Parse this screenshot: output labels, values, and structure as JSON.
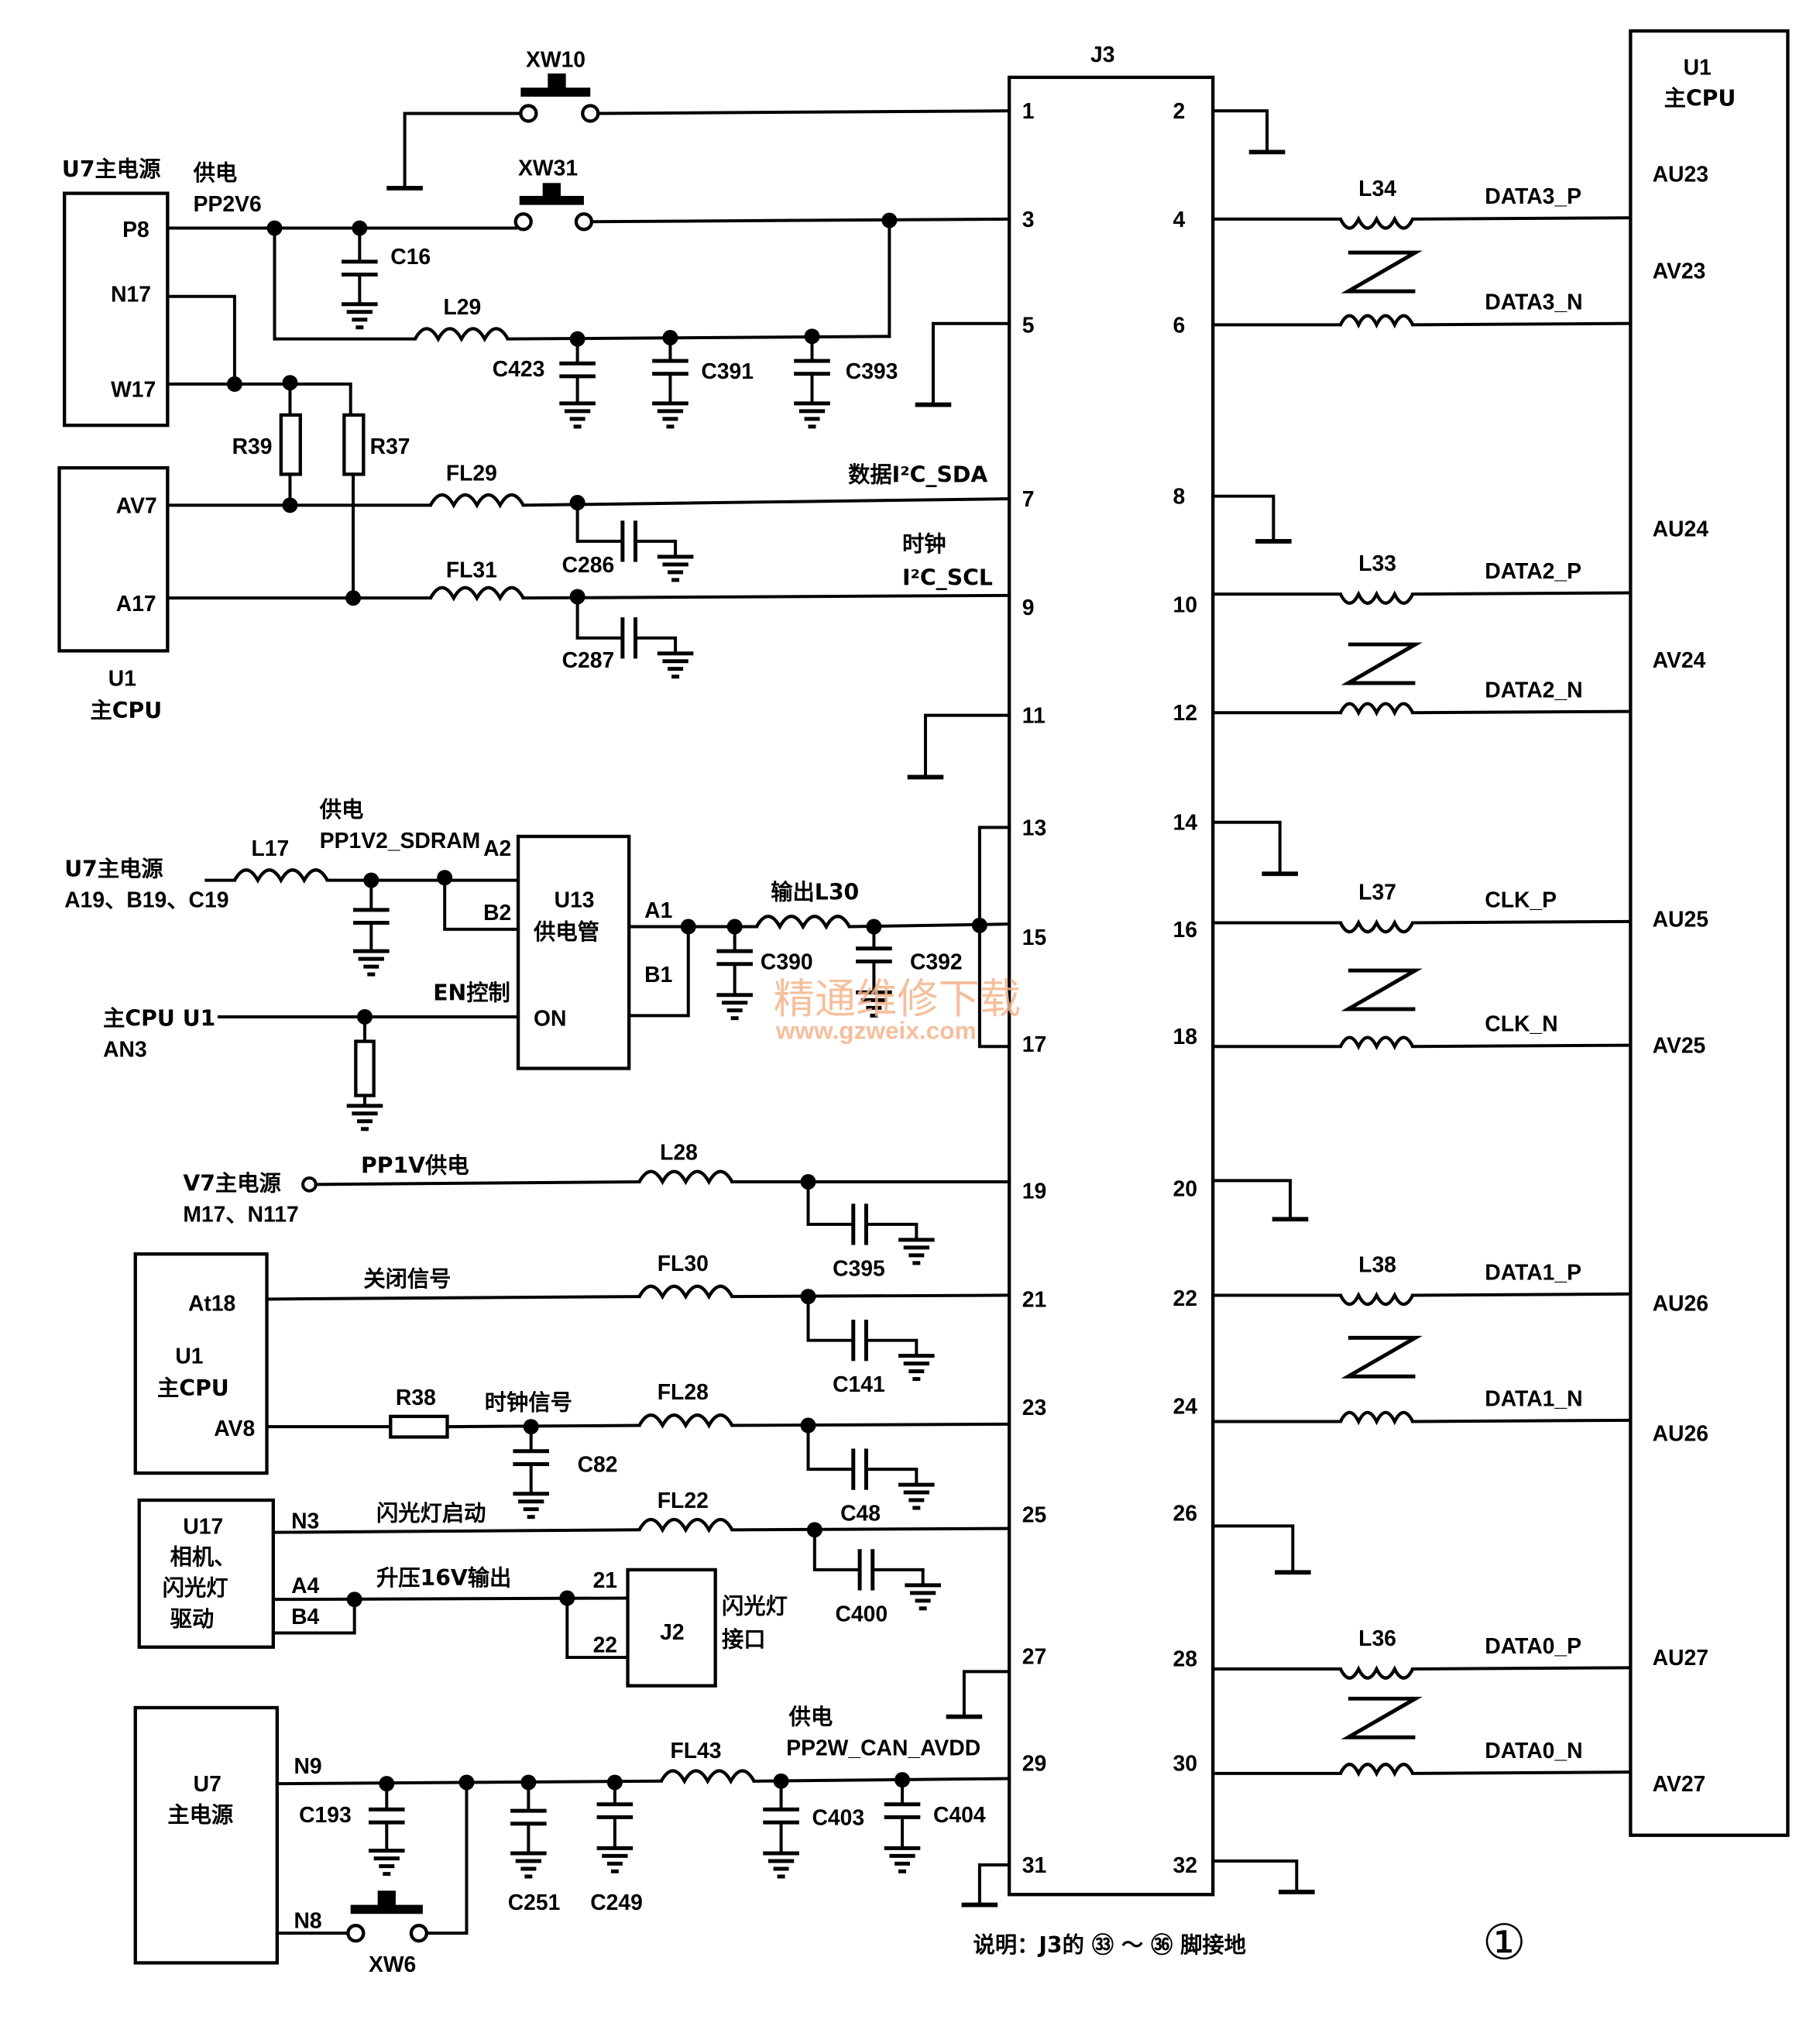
{
  "figure_number": "①",
  "note": "说明：J3的 ㉝ ～ ㊱ 脚接地",
  "watermark": {
    "cn": "精通维修下载",
    "url": "www.gzweix.com"
  },
  "connector_j3": {
    "ref": "J3",
    "pins_left": [
      "1",
      "3",
      "5",
      "7",
      "9",
      "11",
      "13",
      "15",
      "17",
      "19",
      "21",
      "23",
      "25",
      "27",
      "29",
      "31"
    ],
    "pins_right": [
      "2",
      "4",
      "6",
      "8",
      "10",
      "12",
      "14",
      "16",
      "18",
      "20",
      "22",
      "24",
      "26",
      "28",
      "30",
      "32"
    ]
  },
  "cpu_right": {
    "ref": "U1",
    "name": "主CPU",
    "pins": [
      "AU23",
      "AV23",
      "AU24",
      "AV24",
      "AU25",
      "AV25",
      "AU26",
      "AU26",
      "AU27",
      "AV27"
    ]
  },
  "diff_pairs": [
    {
      "inductor": "L34",
      "p_net": "DATA3_P",
      "n_net": "DATA3_N"
    },
    {
      "inductor": "L33",
      "p_net": "DATA2_P",
      "n_net": "DATA2_N"
    },
    {
      "inductor": "L37",
      "p_net": "CLK_P",
      "n_net": "CLK_N"
    },
    {
      "inductor": "L38",
      "p_net": "DATA1_P",
      "n_net": "DATA1_N"
    },
    {
      "inductor": "L36",
      "p_net": "DATA0_P",
      "n_net": "DATA0_N"
    }
  ],
  "top_section": {
    "u7_title": "U7主电源",
    "u7_pins": [
      "P8",
      "N17",
      "W17"
    ],
    "supply_label": "供电",
    "supply_net": "PP2V6",
    "switches": [
      "XW10",
      "XW31"
    ],
    "caps": [
      "C16",
      "C423",
      "C391",
      "C393"
    ],
    "inductor": "L29",
    "resistors": [
      "R39",
      "R37"
    ],
    "u1_pins": [
      "AV7",
      "A17"
    ],
    "u1_ref": "U1",
    "u1_name": "主CPU",
    "filters": [
      "FL29",
      "FL31"
    ],
    "i2c_caps": [
      "C286",
      "C287"
    ],
    "sda_label": "数据I²C_SDA",
    "scl_label_1": "时钟",
    "scl_label_2": "I²C_SCL"
  },
  "sdram_section": {
    "source_1": "U7主电源",
    "source_2": "A19、B19、C19",
    "inductor": "L17",
    "supply_label": "供电",
    "supply_net": "PP1V2_SDRAM",
    "u13_ref": "U13",
    "u13_name": "供电管",
    "u13_pins": [
      "A2",
      "B2",
      "A1",
      "B1",
      "ON"
    ],
    "en_label": "EN控制",
    "cpu_src_1": "主CPU U1",
    "cpu_src_2": "AN3",
    "out_label": "输出L30",
    "caps": [
      "C390",
      "C392"
    ]
  },
  "pp1v_section": {
    "source_1": "V7主电源",
    "source_2": "M17、N117",
    "net": "PP1V供电",
    "inductor": "L28",
    "cap": "C395"
  },
  "cpu_lower": {
    "ref": "U1",
    "name": "主CPU",
    "pins": [
      "At18",
      "AV8"
    ],
    "close_label": "关闭信号",
    "close_filter": "FL30",
    "close_cap": "C141",
    "resistor": "R38",
    "clock_label": "时钟信号",
    "clock_cap": "C82",
    "clock_filter": "FL28",
    "clock_cap2": "C48"
  },
  "flash_section": {
    "u17_ref": "U17",
    "u17_name_1": "相机、",
    "u17_name_2": "闪光灯",
    "u17_name_3": "驱动",
    "pins": [
      "N3",
      "A4",
      "B4"
    ],
    "start_label": "闪光灯启动",
    "filter": "FL22",
    "cap": "C400",
    "boost_label": "升压16V输出",
    "j2_ref": "J2",
    "j2_pins": [
      "21",
      "22"
    ],
    "j2_name_1": "闪光灯",
    "j2_name_2": "接口"
  },
  "bottom_section": {
    "u7_ref": "U7",
    "u7_name": "主电源",
    "pins": [
      "N9",
      "N8"
    ],
    "caps": [
      "C193",
      "C251",
      "C249",
      "C403",
      "C404"
    ],
    "filter": "FL43",
    "supply_label": "供电",
    "supply_net": "PP2W_CAN_AVDD",
    "switch": "XW6"
  }
}
